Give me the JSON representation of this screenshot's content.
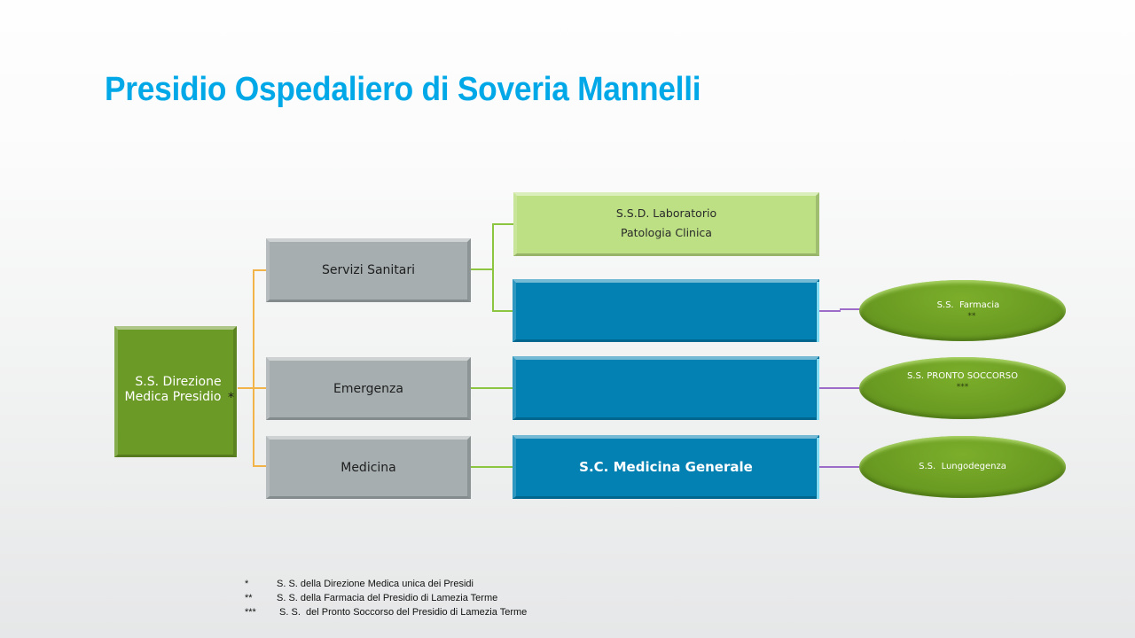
{
  "title": "Presidio Ospedaliero di Soveria Mannelli",
  "colors": {
    "title": "#00a8e8",
    "root_green": "#6b9a26",
    "gray_box": "#a6aeb0",
    "lime_box": "#bde084",
    "blue_box": "#0381b2",
    "oval_green": "#6a9b22",
    "connector_orange": "#f2b449",
    "connector_green": "#8cc540",
    "connector_purple": "#9c6cc8"
  },
  "root": {
    "line1": "S.S. Direzione",
    "line2": "Medica Presidio",
    "mark": "*"
  },
  "departments": [
    {
      "label": "Servizi Sanitari"
    },
    {
      "label": "Emergenza"
    },
    {
      "label": "Medicina"
    }
  ],
  "units": {
    "laboratorio": {
      "line1": "S.S.D.  Laboratorio",
      "line2": "Patologia Clinica"
    },
    "servizi_blue": {
      "label": ""
    },
    "emergenza_blue": {
      "label": ""
    },
    "medicina_blue": {
      "label": "S.C.  Medicina Generale"
    }
  },
  "subunits": {
    "farmacia": {
      "label": "S.S.  Farmacia",
      "mark": "**"
    },
    "pronto_soccorso": {
      "label": "S.S. PRONTO SOCCORSO",
      "mark": "***"
    },
    "lungodegenza": {
      "label": "S.S.  Lungodegenza",
      "mark": ""
    }
  },
  "footnotes": [
    {
      "mark": "*",
      "text": "S. S. della Direzione Medica unica dei Presidi"
    },
    {
      "mark": "**",
      "text": "S. S. della Farmacia del Presidio di Lamezia Terme"
    },
    {
      "mark": "***",
      "text": " S. S.  del Pronto Soccorso del Presidio di Lamezia Terme"
    }
  ]
}
